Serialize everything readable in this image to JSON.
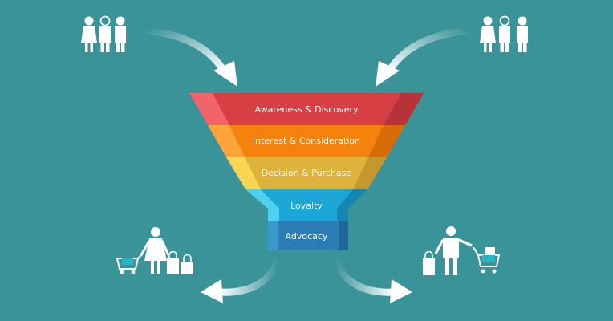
{
  "colors": {
    "background": "#3a9399",
    "figure": "#ffffff",
    "stage_awareness": "#d83f45",
    "stage_interest": "#f6820e",
    "stage_decision": "#ddb33c",
    "stage_loyalty": "#1da6d8",
    "stage_advocacy": "#2b7db6"
  },
  "funnel": {
    "stages": [
      {
        "label": "Awareness & Discovery"
      },
      {
        "label": "Interest & Consideration"
      },
      {
        "label": "Decision & Purchase"
      },
      {
        "label": "Loyalty"
      },
      {
        "label": "Advocacy"
      }
    ]
  },
  "icons": {
    "top_left": "people-group-icon",
    "top_right": "people-group-icon",
    "bottom_left": "shopper-woman-icon",
    "bottom_right": "shopper-man-icon",
    "cart": "shopping-cart-icon",
    "bag": "shopping-bag-icon"
  }
}
